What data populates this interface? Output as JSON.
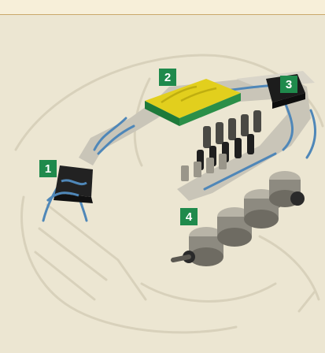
{
  "colors": {
    "background": "#ece6d2",
    "top_band": "#f7efd9",
    "top_band_border": "#caa86a",
    "badge": "#1f8a4c",
    "badge_text": "#ffffff",
    "yellow_module": "#e2cf1d",
    "wire_blue": "#4f87b8",
    "component_dark": "#222222",
    "metal_gray": "#8d8a80",
    "metal_light": "#b8b4a7",
    "outline_sketch": "#d8d1bb"
  },
  "labels": {
    "one": "1",
    "two": "2",
    "three": "3",
    "four": "4"
  },
  "icons": [
    "ecu-module-icon",
    "control-unit-icon",
    "relay-box-icon",
    "engine-block-icon",
    "crankshaft-icon"
  ]
}
